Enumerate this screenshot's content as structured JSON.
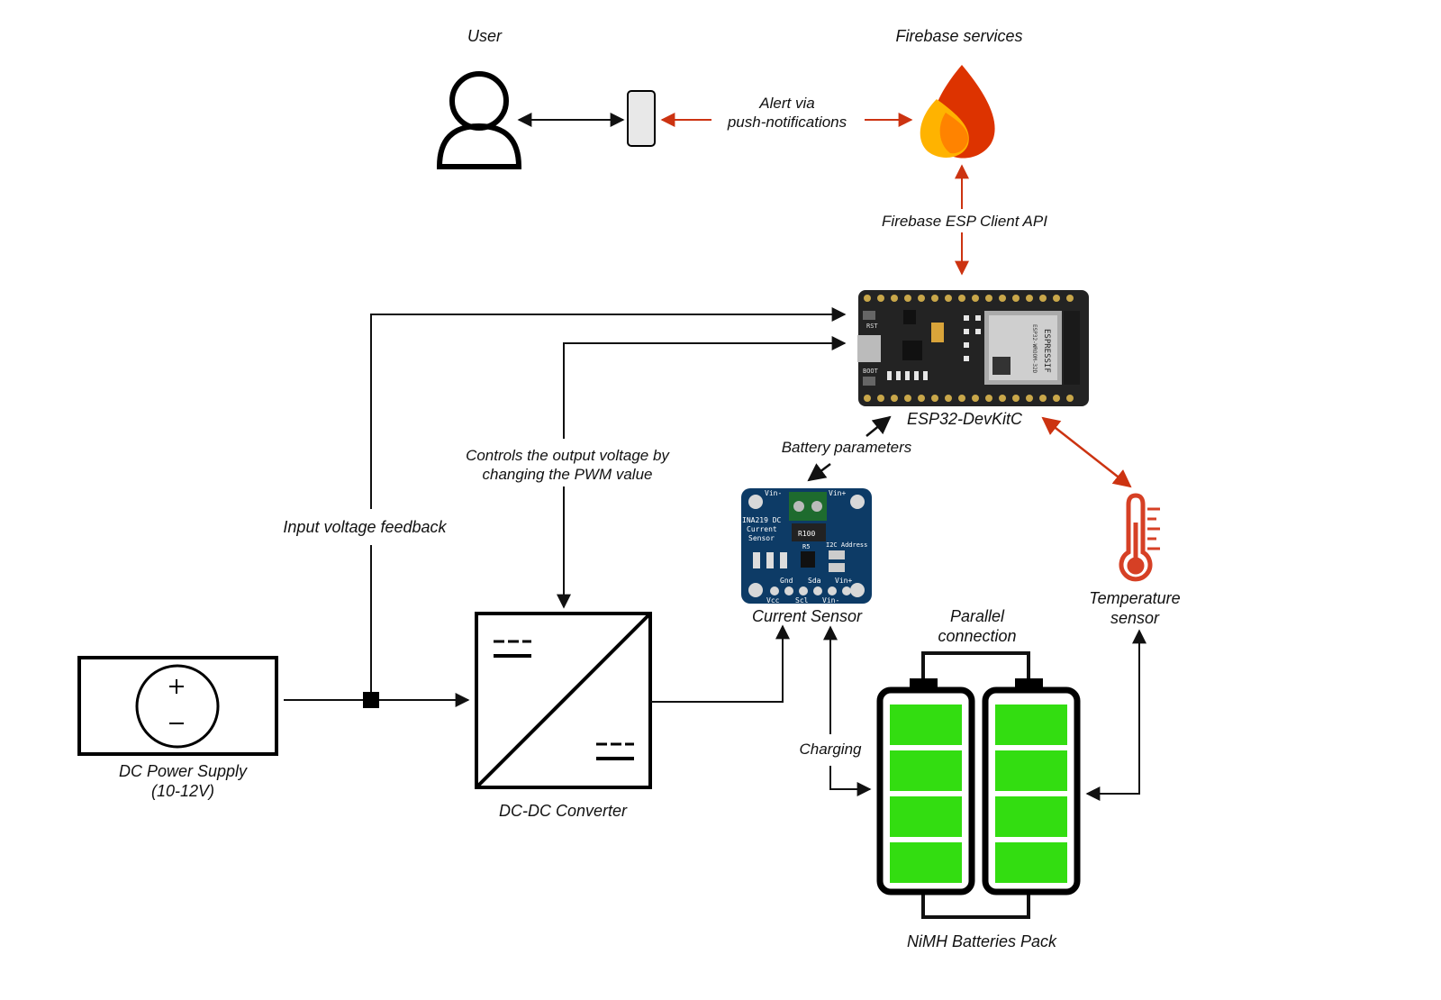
{
  "labels": {
    "user": "User",
    "firebase_services": "Firebase services",
    "alert_line1": "Alert via",
    "alert_line2": "push-notifications",
    "firebase_api": "Firebase ESP Client API",
    "esp32": "ESP32-DevKitC",
    "battery_params": "Battery parameters",
    "controls_line1": "Controls the output voltage by",
    "controls_line2": "changing the PWM value",
    "input_feedback": "Input voltage feedback",
    "current_sensor": "Current Sensor",
    "temp_line1": "Temperature",
    "temp_line2": "sensor",
    "parallel_line1": "Parallel",
    "parallel_line2": "connection",
    "charging": "Charging",
    "dc_supply_line1": "DC Power Supply",
    "dc_supply_line2": "(10-12V)",
    "dcdc": "DC-DC Converter",
    "nimh": "NiMH Batteries Pack"
  },
  "esp_board": {
    "brand": "ESPRESSIF",
    "module": "ESP32-WROOM-32D",
    "rst": "RST",
    "boot": "BOOT"
  },
  "ina_board": {
    "vin_minus": "Vin-",
    "vin_plus": "Vin+",
    "title1": "INA219 DC",
    "title2": "Current",
    "title3": "Sensor",
    "resistor": "R100",
    "r5": "R5",
    "i2c": "I2C Address",
    "gnd": "Gnd",
    "sda": "Sda",
    "vin_plus_b": "Vin+",
    "vcc": "Vcc",
    "scl": "Scl",
    "vin_minus_b": "Vin-"
  },
  "colors": {
    "line": "#111111",
    "arrow_red": "#cc3311",
    "battery_green": "#33dd11",
    "board_dark": "#222222",
    "board_blue": "#0d3b66",
    "fire_red": "#dd3300",
    "fire_orange": "#ff8800",
    "fire_yellow": "#ffcc00",
    "thermo_red": "#d64025"
  },
  "icons": [
    "user-icon",
    "phone-icon",
    "firebase-flame-icon",
    "esp32-board-icon",
    "ina219-board-icon",
    "thermometer-icon",
    "dc-supply-icon",
    "dcdc-converter-icon",
    "battery-icon"
  ]
}
